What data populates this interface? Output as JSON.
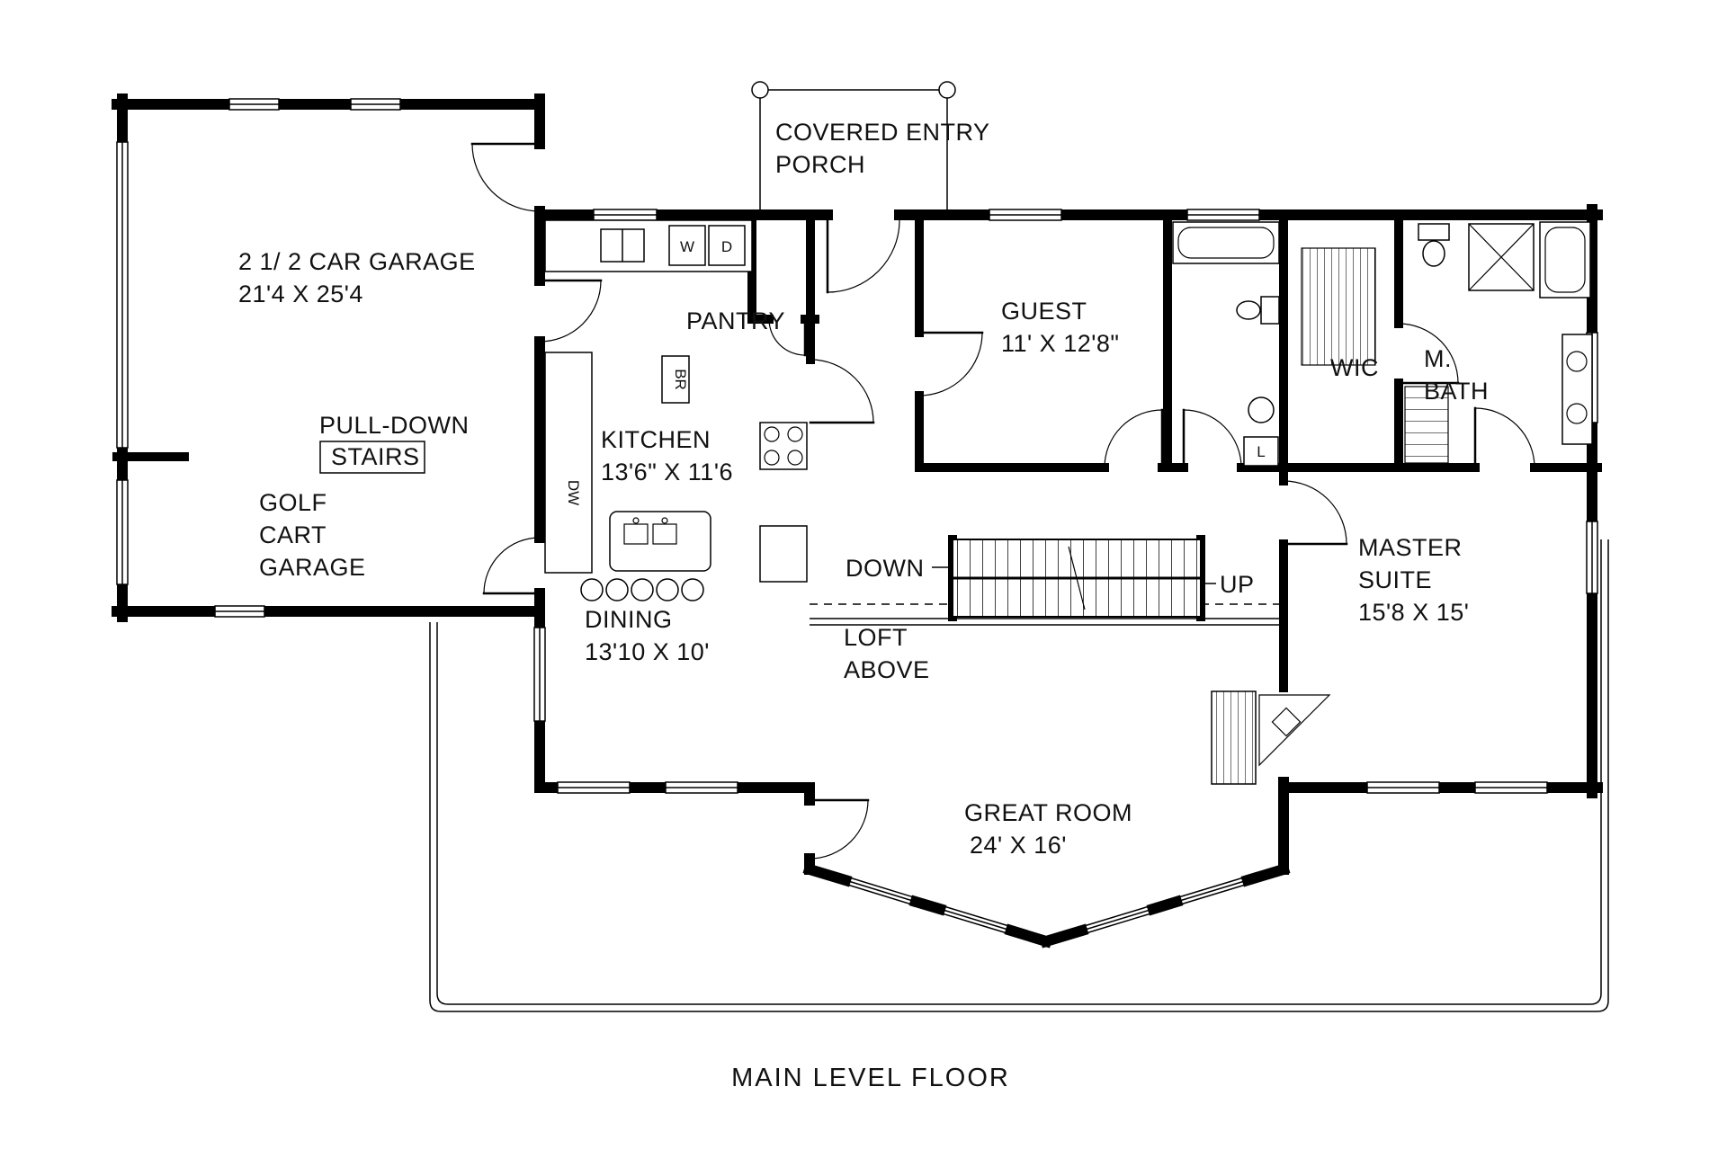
{
  "title": "MAIN LEVEL FLOOR",
  "colors": {
    "line": "#000000",
    "text": "#111111",
    "background": "#ffffff"
  },
  "rooms": {
    "garage": {
      "name": "2 1/ 2 CAR GARAGE",
      "dims": "21'4 X 25'4"
    },
    "pull_down_stairs": {
      "line1": "PULL-DOWN",
      "line2": "STAIRS"
    },
    "golf_cart_garage": {
      "line1": "GOLF",
      "line2": "CART",
      "line3": "GARAGE"
    },
    "covered_entry_porch": {
      "line1": "COVERED ENTRY",
      "line2": "PORCH"
    },
    "guest": {
      "name": "GUEST",
      "dims": "11' X 12'8\""
    },
    "wic": {
      "name": "WIC"
    },
    "master_bath": {
      "line1": "M.",
      "line2": "BATH"
    },
    "pantry": {
      "name": "PANTRY"
    },
    "kitchen": {
      "name": "KITCHEN",
      "dims": "13'6\" X 11'6"
    },
    "dining": {
      "name": "DINING",
      "dims": "13'10 X 10'"
    },
    "master_suite": {
      "line1": "MASTER",
      "line2": "SUITE",
      "dims": "15'8 X 15'"
    },
    "great_room": {
      "name": "GREAT ROOM",
      "dims": "24' X 16'"
    },
    "loft": {
      "line1": "LOFT",
      "line2": "ABOVE"
    }
  },
  "stairs": {
    "down": "DOWN",
    "up": "UP"
  },
  "fixtures": {
    "washer": "W",
    "dryer": "D",
    "broom_closet": "BR",
    "dishwasher": "DW",
    "linen": "L"
  }
}
